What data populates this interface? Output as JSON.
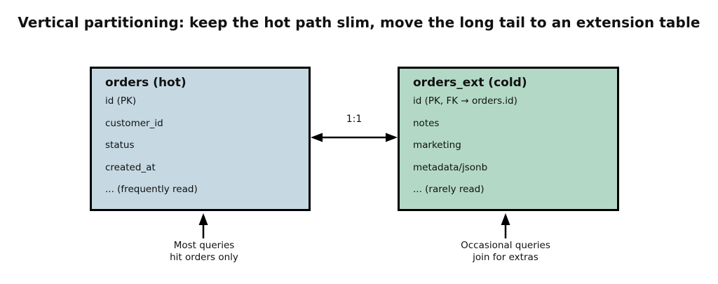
{
  "title": "Vertical partitioning: keep the hot path slim, move the long tail to an extension table",
  "colors": {
    "hot_fill": "#c6d9e3",
    "cold_fill": "#b3d9c6",
    "border": "#000000",
    "text": "#111111"
  },
  "tables": [
    {
      "name": "orders (hot)",
      "rows": [
        "id (PK)",
        "customer_id",
        "status",
        "created_at",
        "... (frequently read)"
      ]
    },
    {
      "name": "orders_ext (cold)",
      "rows": [
        "id (PK, FK → orders.id)",
        "notes",
        "marketing",
        "metadata/jsonb",
        "... (rarely read)"
      ]
    }
  ],
  "relation": {
    "label": "1:1"
  },
  "annotations": [
    {
      "line1": "Most queries",
      "line2": "hit orders only"
    },
    {
      "line1": "Occasional queries",
      "line2": "join for extras"
    }
  ]
}
